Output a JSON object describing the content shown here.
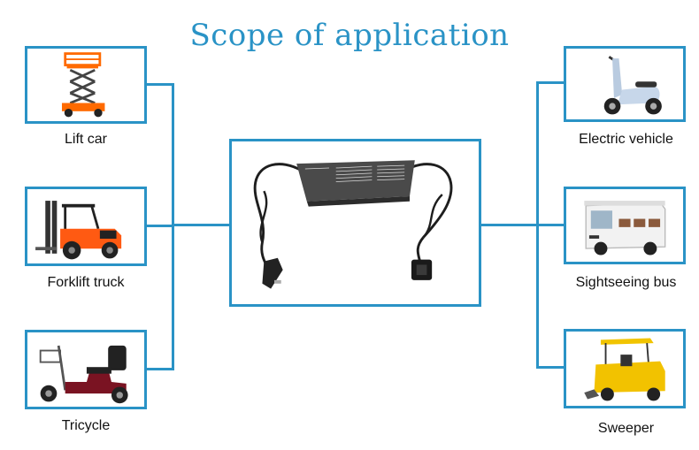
{
  "title": "Scope of application",
  "center": {
    "name": "charger-image"
  },
  "left_items": [
    {
      "label": "Lift car",
      "icon": "lift-car-image"
    },
    {
      "label": "Forklift truck",
      "icon": "forklift-image"
    },
    {
      "label": "Tricycle",
      "icon": "tricycle-image"
    }
  ],
  "right_items": [
    {
      "label": "Electric vehicle",
      "icon": "scooter-image"
    },
    {
      "label": "Sightseeing bus",
      "icon": "sightseeing-bus-image"
    },
    {
      "label": "Sweeper",
      "icon": "sweeper-image"
    }
  ],
  "colors": {
    "accent": "#2a93c6"
  }
}
